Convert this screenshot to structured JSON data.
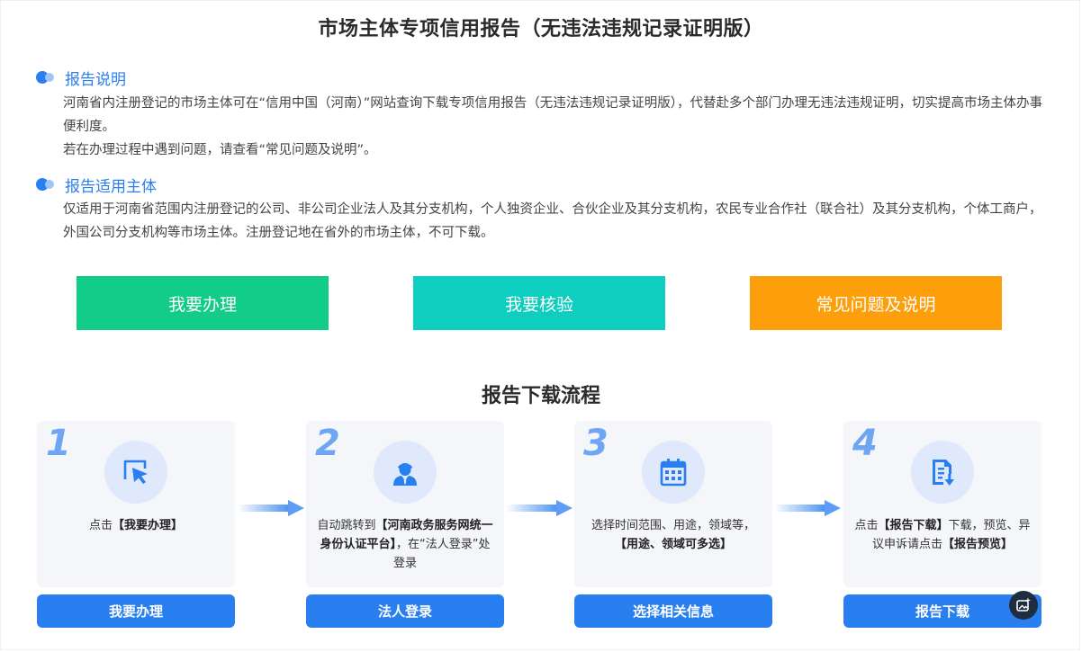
{
  "title": "市场主体专项信用报告（无违法违规记录证明版）",
  "intro": {
    "heading": "报告说明",
    "para1": "河南省内注册登记的市场主体可在“信用中国（河南）”网站查询下载专项信用报告（无违法违规记录证明版），代替赴多个部门办理无违法违规证明，切实提高市场主体办事便利度。",
    "para2": "若在办理过程中遇到问题，请查看“常见问题及说明”。"
  },
  "scope": {
    "heading": "报告适用主体",
    "para": "仅适用于河南省范围内注册登记的公司、非公司企业法人及其分支机构，个人独资企业、合伙企业及其分支机构，农民专业合作社（联合社）及其分支机构，个体工商户，外国公司分支机构等市场主体。注册登记地在省外的市场主体，不可下载。"
  },
  "actions": {
    "apply": "我要办理",
    "verify": "我要核验",
    "faq": "常见问题及说明"
  },
  "flow": {
    "title": "报告下载流程",
    "steps": [
      {
        "num": "1",
        "icon": "cursor-click-icon",
        "desc": [
          {
            "t": "点击",
            "b": false
          },
          {
            "t": "【我要办理】",
            "b": true
          }
        ],
        "button": "我要办理"
      },
      {
        "num": "2",
        "icon": "user-tie-icon",
        "desc": [
          {
            "t": "自动跳转到",
            "b": false
          },
          {
            "t": "【河南政务服务网统一身份认证平台】",
            "b": true
          },
          {
            "t": "，在“法人登录”处登录",
            "b": false
          }
        ],
        "button": "法人登录"
      },
      {
        "num": "3",
        "icon": "calendar-icon",
        "desc": [
          {
            "t": "选择时间范围、用途，",
            "b": false
          },
          {
            "t": "领域等，",
            "b": false
          },
          {
            "t": "【用途、领域可多选】",
            "b": true
          }
        ],
        "button": "选择相关信息"
      },
      {
        "num": "4",
        "icon": "document-download-icon",
        "desc": [
          {
            "t": "点击",
            "b": false
          },
          {
            "t": "【报告下载】",
            "b": true
          },
          {
            "t": "下载，预览、异议申诉请点击",
            "b": false
          },
          {
            "t": "【报告预览】",
            "b": true
          }
        ],
        "button": "报告下载"
      }
    ]
  },
  "colors": {
    "accent": "#2a7ff0",
    "apply": "#12cd8a",
    "verify": "#0dcebf",
    "faq": "#fd9e0b"
  }
}
